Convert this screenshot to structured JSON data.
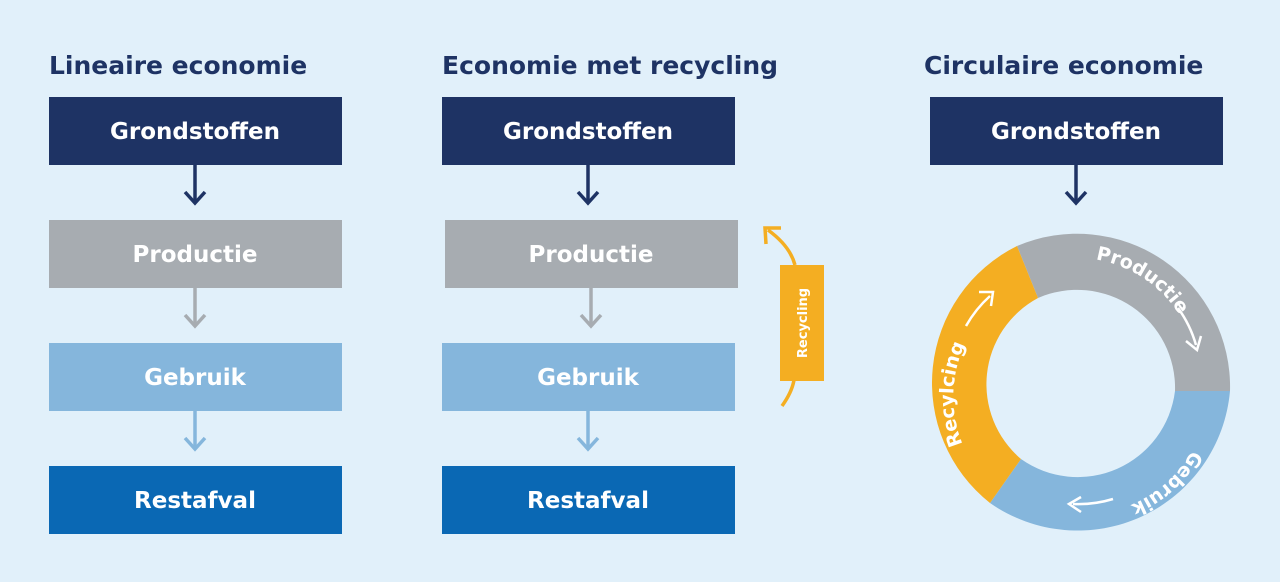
{
  "colors": {
    "background": "#e1f0fa",
    "grondstoffen": "#1e3364",
    "productie": "#a7acb1",
    "gebruik": "#85b6dc",
    "restafval": "#0a68b4",
    "recycling": "#f4ae22",
    "title": "#1e3364"
  },
  "linear": {
    "title": "Lineaire economie",
    "steps": [
      {
        "label": "Grondstoffen"
      },
      {
        "label": "Productie"
      },
      {
        "label": "Gebruik"
      },
      {
        "label": "Restafval"
      }
    ]
  },
  "recycling": {
    "title": "Economie met recycling",
    "steps": [
      {
        "label": "Grondstoffen"
      },
      {
        "label": "Productie"
      },
      {
        "label": "Gebruik"
      },
      {
        "label": "Restafval"
      }
    ],
    "loop_label": "Recycling"
  },
  "circular": {
    "title": "Circulaire economie",
    "input_label": "Grondstoffen",
    "segments": {
      "productie": "Productie",
      "gebruik": "Gebruik",
      "recycling": "Recylcing"
    }
  },
  "icons": {
    "flow_arrow": "arrow-down-icon",
    "loop_arrow": "curved-arrow-icon"
  }
}
